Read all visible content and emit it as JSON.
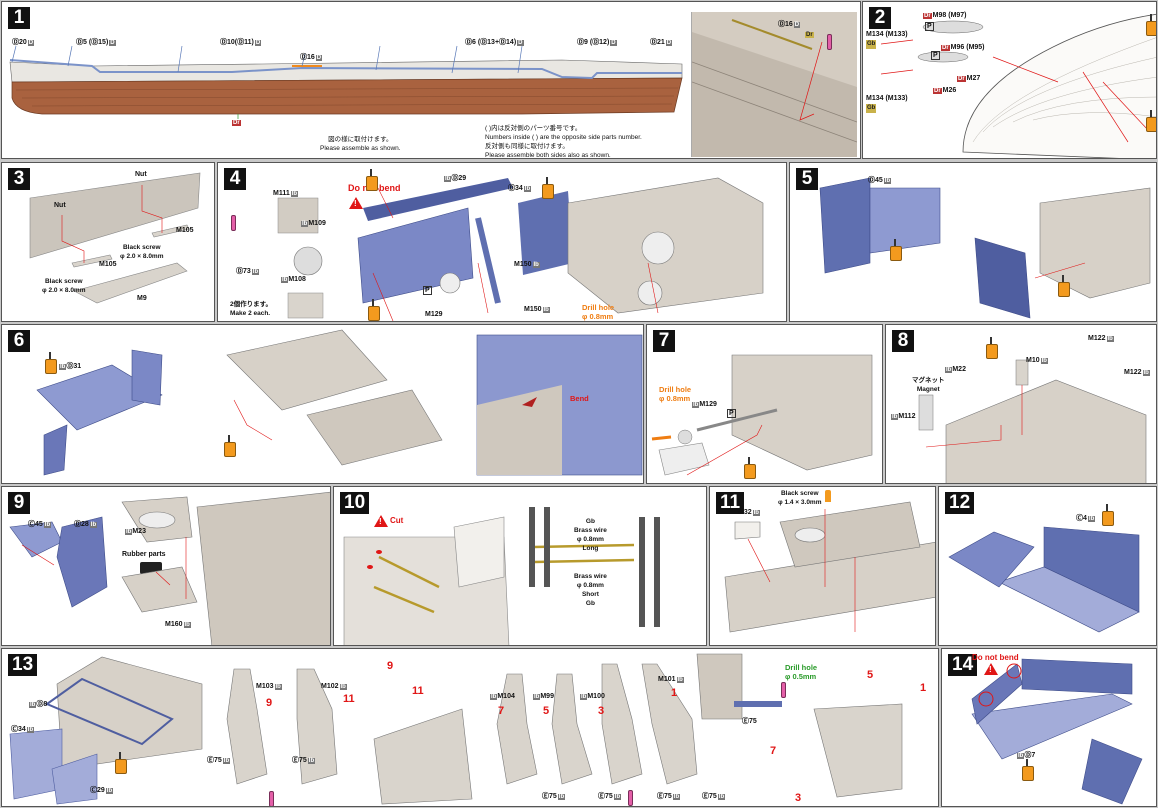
{
  "colors": {
    "hull_red": "#a9623f",
    "hull_white": "#e9e7e2",
    "photoetch_blue": "#5f6fb0",
    "plastic_gray": "#c9c2b8",
    "glue_orange": "#f39a1e",
    "warning_red": "#e01616",
    "drill_orange": "#ef7d12",
    "drill_green": "#2a9b2a",
    "brass": "#b79a2c"
  },
  "steps": [
    {
      "number": "1",
      "labels": [
        "Ⓓ20",
        "Ⓓ5 (Ⓓ15)",
        "Ⓓ10(Ⓓ11)",
        "Ⓓ16",
        "Ⓓ6 (Ⓓ13+Ⓓ14)",
        "Ⓓ9 (Ⓓ12)",
        "Ⓓ21"
      ],
      "part_tag": "D",
      "hull_tag": "Dr",
      "note_jp_1": "図の様に取付けます。",
      "note_en_1": "Please assemble as shown.",
      "note_jp_2": "( )内は反対側のパーツ番号です。",
      "note_en_2": "Numbers inside ( ) are the opposite side parts number.",
      "note_jp_3": "反対側も同様に取付けます。",
      "note_en_3": "Please assemble both sides also as shown.",
      "detail_label": "Ⓓ16",
      "detail_tag": "Dr"
    },
    {
      "number": "2",
      "labels": [
        "M98 (M97)",
        "M96 (M95)",
        "M27",
        "M26",
        "M134 (M133)",
        "M134 (M133)"
      ],
      "p_tag": "P",
      "gold_tag": "Gb"
    },
    {
      "number": "3",
      "labels": [
        "Nut",
        "Nut",
        "M105",
        "M105",
        "M9"
      ],
      "screw_a": "Black screw",
      "screw_a_size": "φ 2.0 × 8.0mm",
      "screw_b": "Black screw",
      "screw_b_size": "φ 2.0 × 8.0mm"
    },
    {
      "number": "4",
      "labels": [
        "M111",
        "M109",
        "M108",
        "Ⓓ73",
        "Ⓓ29",
        "Ⓓ34",
        "M150",
        "M150",
        "M129"
      ],
      "warning": "Do not bend",
      "make_jp": "2個作ります。",
      "make_en": "Make 2 each.",
      "drill_label": "Drill hole",
      "drill_size": "φ 0.8mm",
      "p_tag": "P"
    },
    {
      "number": "5",
      "labels": [
        "Ⓓ45"
      ]
    },
    {
      "number": "6",
      "labels": [
        "Ⓓ31"
      ],
      "bend_label": "Bend"
    },
    {
      "number": "7",
      "labels": [
        "M129"
      ],
      "drill_label": "Drill hole",
      "drill_size": "φ 0.8mm",
      "p_tag": "P"
    },
    {
      "number": "8",
      "labels": [
        "M22",
        "M10",
        "M122",
        "M122",
        "M112"
      ],
      "magnet_jp": "マグネット",
      "magnet_en": "Magnet"
    },
    {
      "number": "9",
      "labels": [
        "Ⓒ45",
        "Ⓓ28",
        "M23",
        "M160"
      ],
      "rubber_label": "Rubber parts"
    },
    {
      "number": "10",
      "cut_label": "Cut",
      "brass_long": [
        "Brass wire",
        "φ 0.8mm",
        "Long"
      ],
      "brass_short": [
        "Brass wire",
        "φ 0.8mm",
        "Short"
      ],
      "gold_tag": "Gb"
    },
    {
      "number": "11",
      "labels": [
        "M32"
      ],
      "screw": "Black screw",
      "screw_size": "φ 1.4 × 3.0mm"
    },
    {
      "number": "12",
      "labels": [
        "Ⓒ4"
      ]
    },
    {
      "number": "13",
      "labels": [
        "Ⓓ8",
        "Ⓒ34",
        "Ⓒ29",
        "M103",
        "M102",
        "Ⓔ75",
        "Ⓔ75",
        "M104",
        "M99",
        "M100",
        "M101",
        "Ⓔ75",
        "Ⓔ75",
        "Ⓔ75",
        "Ⓔ75",
        "Ⓔ75"
      ],
      "funnel_numbers": [
        "9",
        "11",
        "9",
        "11",
        "7",
        "5",
        "3",
        "1",
        "5",
        "1",
        "7",
        "3"
      ],
      "drill_label": "Drill hole",
      "drill_size": "φ 0.5mm"
    },
    {
      "number": "14",
      "labels": [
        "Ⓓ7"
      ],
      "warning": "Do not bend"
    }
  ]
}
